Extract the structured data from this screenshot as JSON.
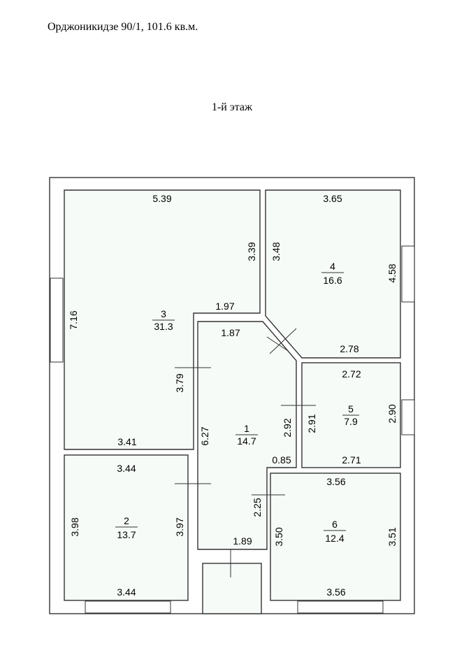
{
  "header": {
    "address": "Орджоникидзе 90/1, 101.6 кв.м.",
    "floor": "1-й  этаж"
  },
  "rooms": [
    {
      "id": "1",
      "area": "14.7"
    },
    {
      "id": "2",
      "area": "13.7"
    },
    {
      "id": "3",
      "area": "31.3"
    },
    {
      "id": "4",
      "area": "16.6"
    },
    {
      "id": "5",
      "area": "7.9"
    },
    {
      "id": "6",
      "area": "12.4"
    }
  ],
  "dimensions": {
    "r3_top": "5.39",
    "r3_left": "7.16",
    "r3_right": "3.39",
    "r3_step": "1.97",
    "r3_bottom": "3.41",
    "r4_top": "3.65",
    "r4_left": "3.48",
    "r4_right": "4.58",
    "r4_bottom": "2.78",
    "r1_top": "1.87",
    "r1_left_upper": "3.79",
    "r1_left": "6.27",
    "r1_right": "2.92",
    "r1_notch": "0.85",
    "r1_bottom": "1.89",
    "r5_top": "2.72",
    "r5_left": "2.91",
    "r5_right": "2.90",
    "r5_bottom": "2.71",
    "r2_top": "3.44",
    "r2_left": "3.98",
    "r2_right": "3.97",
    "r2_bottom": "3.44",
    "r6_top": "3.56",
    "r6_left_upper": "2.25",
    "r6_left": "3.50",
    "r6_right": "3.51",
    "r6_bottom": "3.56"
  }
}
